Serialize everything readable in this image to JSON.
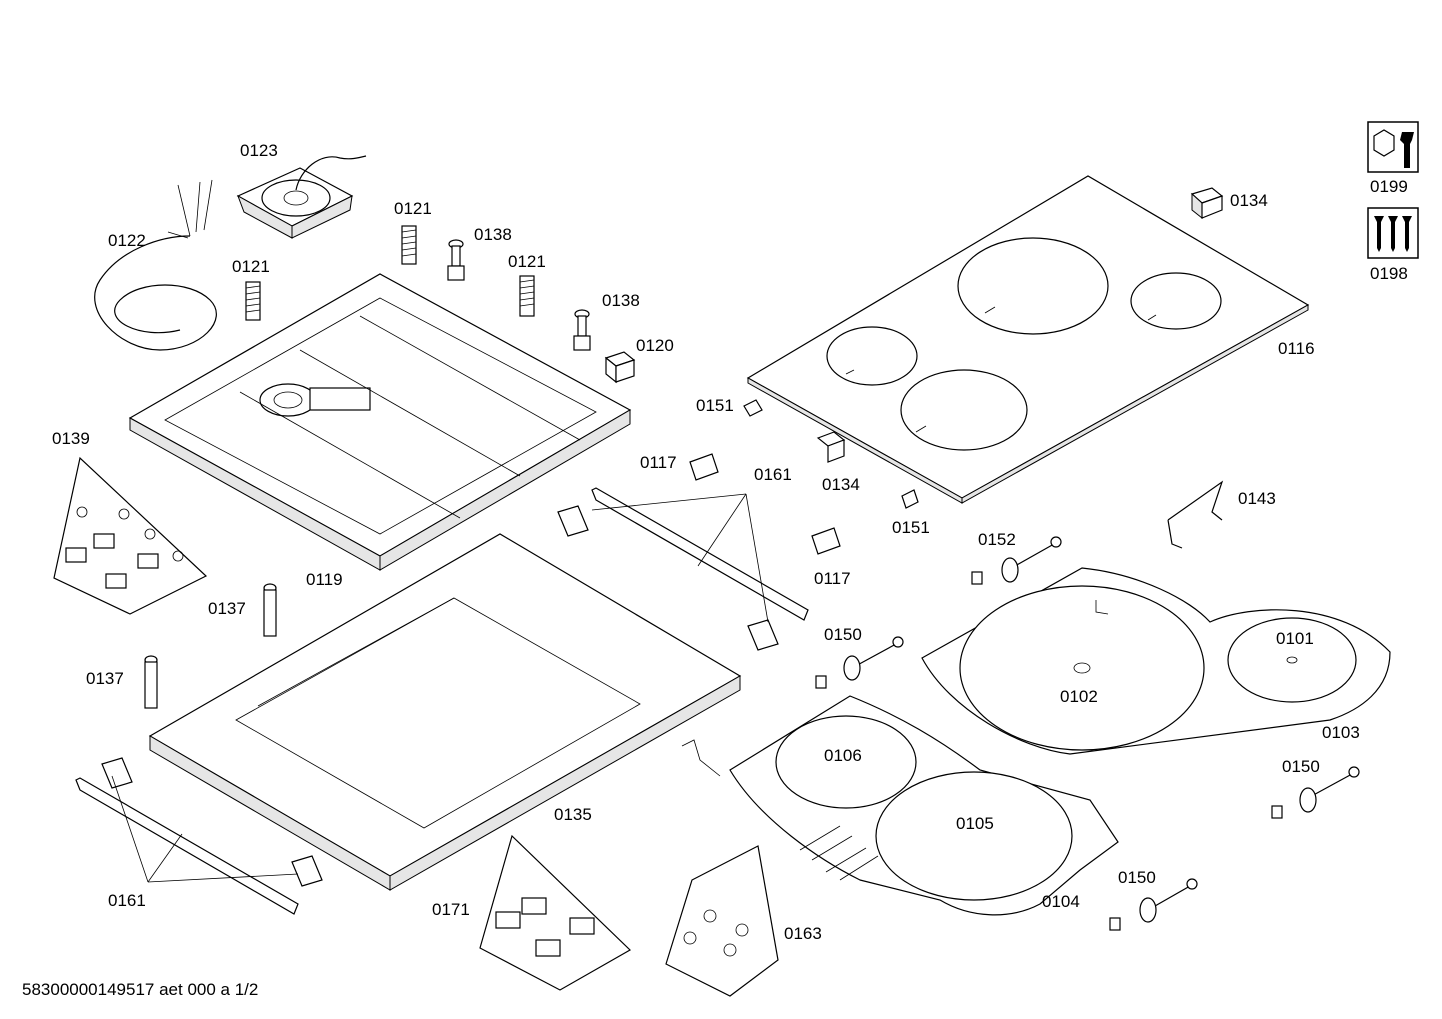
{
  "footer_code": "58300000149517 aet 000 a 1/2",
  "legend_icons": [
    {
      "icon": "tool-wrench-icon",
      "label": "0199"
    },
    {
      "icon": "screws-icon",
      "label": "0198"
    }
  ],
  "part_labels": {
    "l0123": "0123",
    "l0121a": "0121",
    "l0138a": "0138",
    "l0122": "0122",
    "l0121b": "0121",
    "l0121c": "0121",
    "l0138b": "0138",
    "l0120": "0120",
    "l0134a": "0134",
    "l0116": "0116",
    "l0151a": "0151",
    "l0139": "0139",
    "l0117a": "0117",
    "l0161a": "0161",
    "l0134b": "0134",
    "l0151b": "0151",
    "l0143": "0143",
    "l0119": "0119",
    "l0152": "0152",
    "l0137a": "0137",
    "l0117b": "0117",
    "l0150a": "0150",
    "l0101": "0101",
    "l0137b": "0137",
    "l0102": "0102",
    "l0103": "0103",
    "l0106": "0106",
    "l0150b": "0150",
    "l0135": "0135",
    "l0105": "0105",
    "l0150c": "0150",
    "l0161b": "0161",
    "l0104": "0104",
    "l0171": "0171",
    "l0163": "0163"
  }
}
